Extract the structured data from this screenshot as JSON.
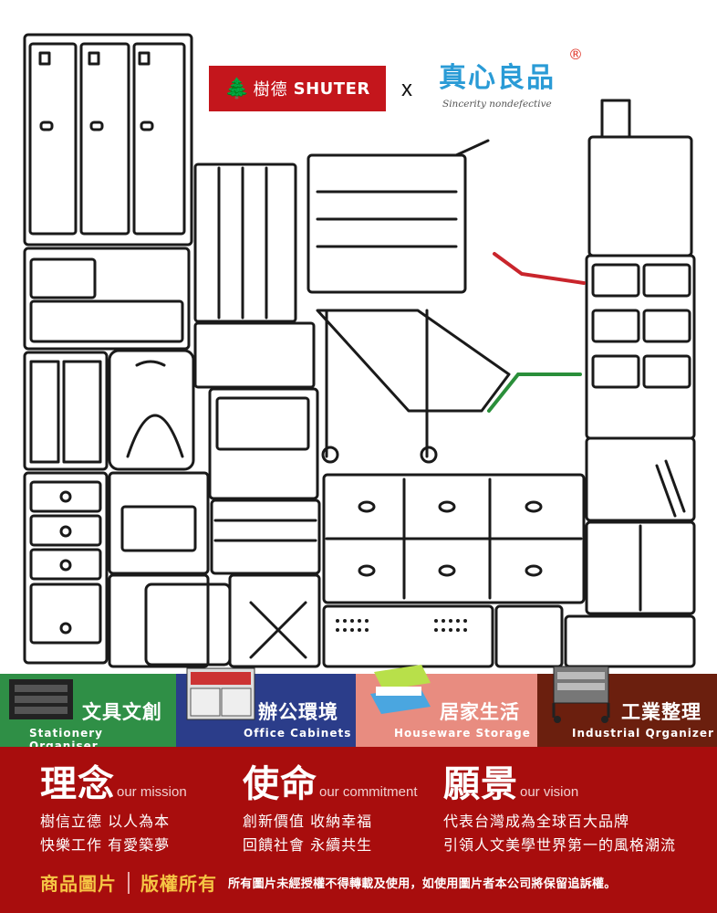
{
  "brand": {
    "shuter_cn": "樹德",
    "shuter_en": "SHUTER",
    "connector": "x",
    "partner_cn": "真心良品",
    "partner_en": "Sincerity nondefective",
    "partner_reg": "®"
  },
  "categories": [
    {
      "cn": "文具文創",
      "en": "Stationery Organiser",
      "color": "#2f8f46"
    },
    {
      "cn": "辦公環境",
      "en": "Office Cabinets",
      "color": "#2b3d8a"
    },
    {
      "cn": "居家生活",
      "en": "Houseware Storage",
      "color": "#e88c80"
    },
    {
      "cn": "工業整理",
      "en": "Industrial Qrganizer",
      "color": "#6b1f0e"
    }
  ],
  "values": {
    "mission": {
      "title": "理念",
      "subtitle": "our mission",
      "lines": [
        "樹信立德  以人為本",
        "快樂工作  有愛築夢"
      ]
    },
    "commitment": {
      "title": "使命",
      "subtitle": "our commitment",
      "lines": [
        "創新價值  收納幸福",
        "回饋社會  永續共生"
      ]
    },
    "vision": {
      "title": "願景",
      "subtitle": "our vision",
      "lines": [
        "代表台灣成為全球百大品牌",
        "引領人文美學世界第一的風格潮流"
      ]
    }
  },
  "copyright": {
    "label_a": "商品圖片",
    "label_b": "版權所有",
    "note": "所有圖片未經授權不得轉載及使用，如使用圖片者本公司將保留追訴權。"
  },
  "colors": {
    "brand_red": "#c4161c",
    "panel_red": "#a80d0d",
    "gold": "#f5c544"
  }
}
